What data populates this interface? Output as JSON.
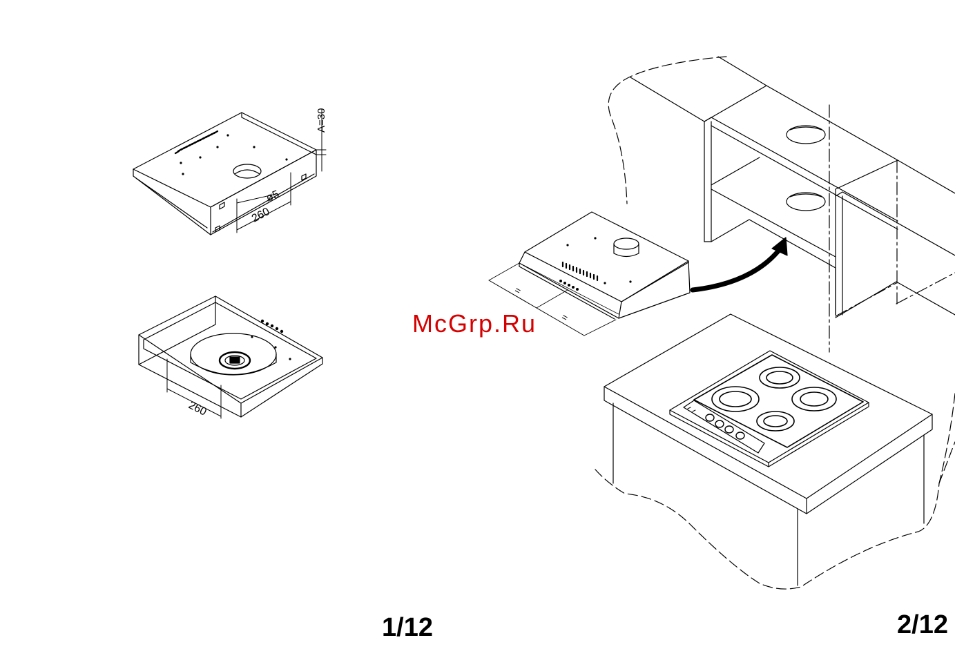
{
  "figure1": {
    "dim_a": "A=30",
    "dim_diameter": "ø5",
    "dim_width_top": "260",
    "dim_width_bottom": "260"
  },
  "figure2": {
    "equal_left": "=",
    "equal_right": "="
  },
  "watermark": "McGrp.Ru",
  "page_numbers": {
    "left": "1/12",
    "right": "2/12"
  }
}
